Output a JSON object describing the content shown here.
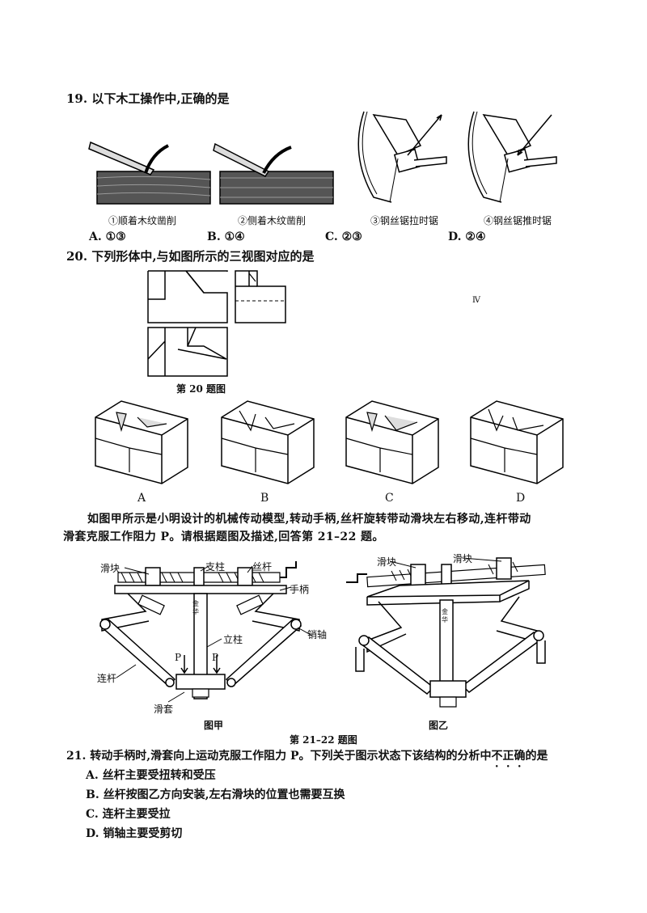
{
  "q19": {
    "stem": "19. 以下木工操作中,正确的是",
    "captions": [
      "①顺着木纹凿削",
      "②侧着木纹凿削",
      "③钢丝锯拉时锯",
      "④钢丝锯推时锯"
    ],
    "options": [
      "A. ①③",
      "B. ①④",
      "C. ②③",
      "D. ②④"
    ]
  },
  "q20": {
    "stem": "20. 下列形体中,与如图所示的三视图对应的是",
    "figure_caption": "第 20 题图",
    "stray_mark": "Ⅳ",
    "choices": [
      "A",
      "B",
      "C",
      "D"
    ]
  },
  "intro": {
    "line1": "如图甲所示是小明设计的机械传动模型,转动手柄,丝杆旋转带动滑块左右移动,连杆带动",
    "line2": "滑套克服工作阻力 P。请根据题图及描述,回答第 21–22 题。"
  },
  "fig_left": {
    "labels": {
      "slider": "滑块",
      "post": "支柱",
      "screw": "丝杆",
      "handle": "手柄",
      "column": "立柱",
      "pin": "销轴",
      "link": "连杆",
      "sleeve": "滑套",
      "p_left": "P",
      "p_right": "P",
      "column_mark": "金 华"
    },
    "caption": "图甲"
  },
  "fig_right": {
    "labels": {
      "slider_left": "滑块",
      "slider_right": "滑块",
      "column_mark": "金 华"
    },
    "caption": "图乙"
  },
  "fig_caption": "第 21–22 题图",
  "q21": {
    "stem_pre": "21. 转动手柄时,滑套向上运动克服工作阻力 P。下列关于图示状态下该结构的分析中",
    "stem_emph": "不正确",
    "stem_post": "的是",
    "options": [
      "A. 丝杆主要受扭转和受压",
      "B. 丝杆按图乙方向安装,左右滑块的位置也需要互换",
      "C. 连杆主要受拉",
      "D. 销轴主要受剪切"
    ]
  }
}
